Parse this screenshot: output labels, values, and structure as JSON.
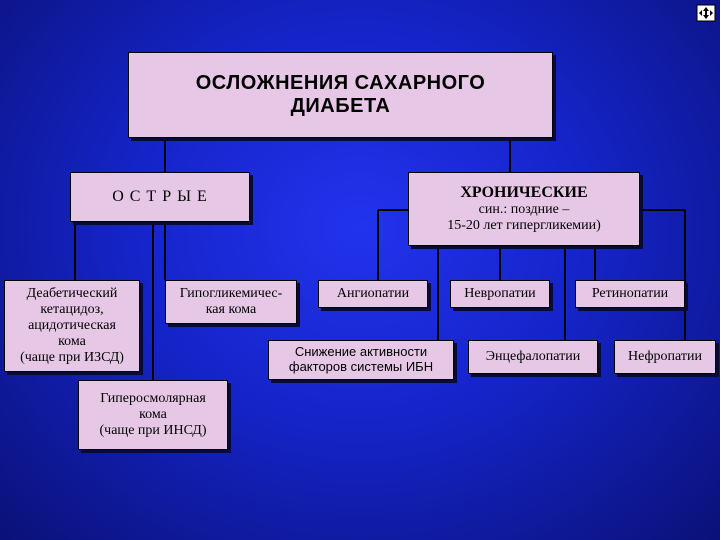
{
  "title": "ОСЛОЖНЕНИЯ  САХАРНОГО\nДИАБЕТА",
  "acute": {
    "label": "О С Т Р Ы Е"
  },
  "chronic": {
    "label": "ХРОНИЧЕСКИЕ",
    "sub": "син.: поздние –\n15-20 лет гипергликемии)"
  },
  "acute_items": {
    "ketoacidosis": "Деабетический\nкетацидоз,\nацидотическая\nкома\n(чаще при ИЗСД)",
    "hypoglycemic": "Гипогликемичес-\nкая кома",
    "hyperosmolar": "Гиперосмолярная\nкома\n(чаще при ИНСД)"
  },
  "chronic_items": {
    "angiopathy": "Ангиопатии",
    "neuropathy": "Невропатии",
    "retinopathy": "Ретинопатии",
    "ibn": "Снижение активности\nфакторов системы ИБН",
    "encephalopathy": "Энцефалопатии",
    "nephropathy": "Нефропатии"
  },
  "icons": {
    "nav": "navigation-arrows-icon"
  },
  "colors": {
    "box_fill": "#e6c8e6",
    "background": "#1524c8"
  }
}
